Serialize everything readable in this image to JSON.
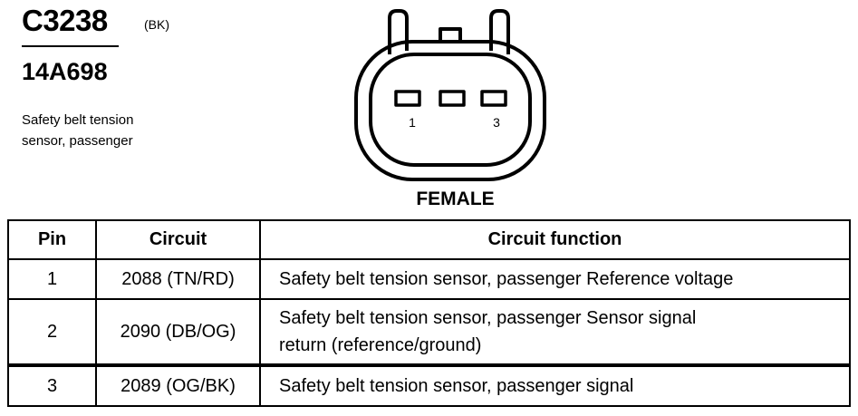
{
  "connector": {
    "id": "C3238",
    "color_code": "(BK)",
    "part_number": "14A698",
    "description_lines": [
      "Safety belt tension",
      "sensor, passenger"
    ],
    "gender": "FEMALE",
    "pin_labels": [
      "1",
      "3"
    ]
  },
  "table": {
    "headers": {
      "pin": "Pin",
      "circuit": "Circuit",
      "function": "Circuit function"
    },
    "rows": [
      {
        "pin": "1",
        "circuit": "2088 (TN/RD)",
        "function": [
          "Safety belt tension sensor, passenger Reference voltage"
        ]
      },
      {
        "pin": "2",
        "circuit": "2090 (DB/OG)",
        "function": [
          "Safety belt tension sensor, passenger Sensor signal",
          "return (reference/ground)"
        ]
      },
      {
        "pin": "3",
        "circuit": "2089 (OG/BK)",
        "function": [
          "Safety belt tension sensor, passenger signal"
        ]
      }
    ]
  }
}
